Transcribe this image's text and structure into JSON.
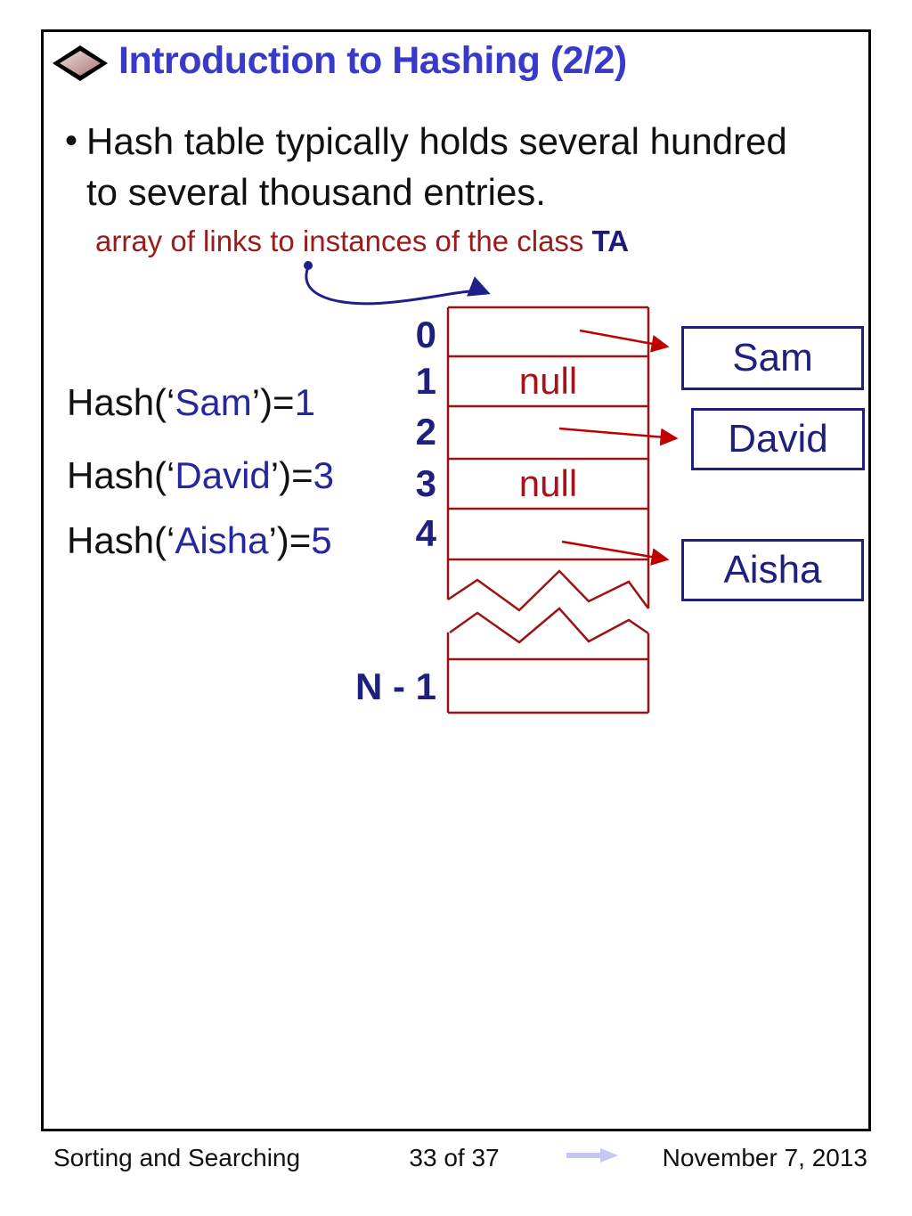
{
  "slide": {
    "title": "Introduction to Hashing (2/2)",
    "bullet_glyph": "•",
    "bullet_lines": [
      "Hash table typically holds several hundred",
      "to several thousand entries."
    ],
    "caption_text": "array of links to instances of the class ",
    "caption_class": "TA",
    "equations": [
      {
        "prefix": "Hash(‘",
        "name": "Sam",
        "suffix": "’)=",
        "value": "1"
      },
      {
        "prefix": "Hash(‘",
        "name": "David",
        "suffix": "’)=",
        "value": "3"
      },
      {
        "prefix": "Hash(‘",
        "name": "Aisha",
        "suffix": "’)=",
        "value": "5"
      }
    ],
    "hash_array": {
      "rows": [
        {
          "index": "0",
          "value": ""
        },
        {
          "index": "1",
          "value": "null"
        },
        {
          "index": "2",
          "value": ""
        },
        {
          "index": "3",
          "value": "null"
        },
        {
          "index": "4",
          "value": ""
        },
        {
          "index": "N - 1",
          "value": ""
        }
      ],
      "target_boxes": [
        "Sam",
        "David",
        "Aisha"
      ]
    }
  },
  "footer": {
    "left": "Sorting and Searching",
    "center": "33 of 37",
    "right": "November 7, 2013"
  },
  "colors": {
    "title_blue": "#3A3ACA",
    "navy": "#1F1F7E",
    "equation_navy": "#26269E",
    "caption_dark_red": "#9B1B1B",
    "cell_border_red": "#9B1313",
    "arrow_red": "#C00000",
    "null_red": "#A6131F",
    "footer_arrow_lavender": "#C6C6F0"
  }
}
